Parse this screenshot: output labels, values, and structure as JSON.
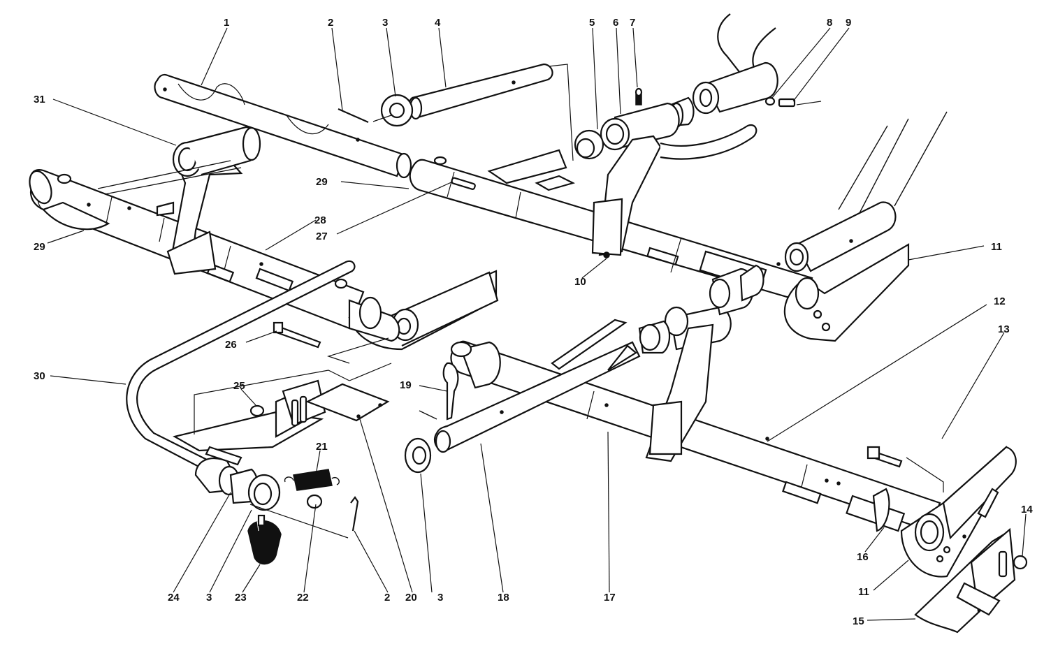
{
  "callouts": [
    "1",
    "2",
    "3",
    "4",
    "5",
    "6",
    "7",
    "8",
    "9",
    "10",
    "11",
    "12",
    "13",
    "14",
    "15",
    "16",
    "17",
    "18",
    "19",
    "20",
    "21",
    "22",
    "23",
    "24",
    "25",
    "26",
    "27",
    "28",
    "29",
    "30",
    "31"
  ],
  "labels": {
    "c1": "1",
    "c2a": "2",
    "c3a": "3",
    "c4": "4",
    "c5": "5",
    "c6": "6",
    "c7": "7",
    "c8": "8",
    "c9": "9",
    "c10": "10",
    "c11a": "11",
    "c12": "12",
    "c13": "13",
    "c11b": "11",
    "c14": "14",
    "c15": "15",
    "c16": "16",
    "c17": "17",
    "c18": "18",
    "c3b": "3",
    "c20": "20",
    "c2b": "2",
    "c22": "22",
    "c23": "23",
    "c3c": "3",
    "c24": "24",
    "c21": "21",
    "c19": "19",
    "c25": "25",
    "c26": "26",
    "c30": "30",
    "c28": "28",
    "c27": "27",
    "c29a": "29",
    "c29b": "29",
    "c31": "31"
  }
}
